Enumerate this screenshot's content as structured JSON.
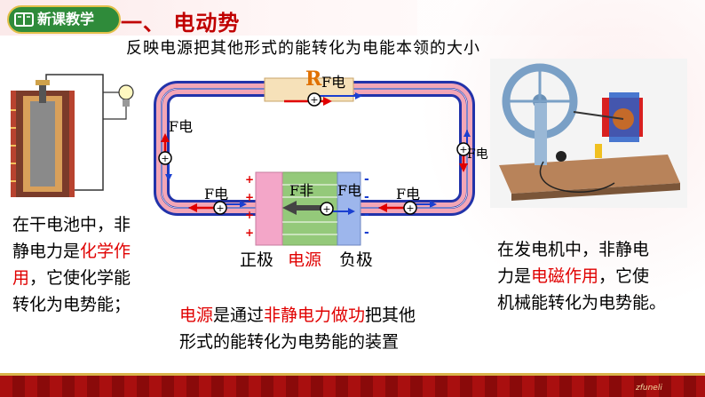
{
  "header": {
    "badge_label": "新课教学",
    "title": "一、 电动势",
    "subtitle": "反映电源把其他形式的能转化为电能本领的大小"
  },
  "diagram": {
    "resistor_label": "R",
    "force_top": "F电",
    "force_left": "F电",
    "force_right": "F电",
    "force_bottom_left": "F电",
    "force_bottom_right": "F电",
    "force_nonstatic": "F非",
    "force_inside_pos": "F电",
    "plus_sign": "+",
    "minus_sign": "-",
    "positive_pole": "正极",
    "power_source": "电源",
    "negative_pole": "负极"
  },
  "left_text": {
    "line1": "在干电池中，非",
    "line2_a": "静电力是",
    "line2_b": "化学作",
    "line3_a": "用",
    "line3_b": "，它使化学能",
    "line4": "转化为电势能；"
  },
  "right_text": {
    "line1": "在发电机中，非静电",
    "line2_a": "力是",
    "line2_b": "电磁作用",
    "line2_c": "，它使",
    "line3": "机械能转化为电势能。"
  },
  "bottom_text": {
    "part1": "电源",
    "part2": "是通过",
    "part3": "非静电力做功",
    "part4": "把其他",
    "line2": "形式的能转化为电势能的装置"
  },
  "footer": {
    "logo": "zfuneli"
  },
  "colors": {
    "accent_red": "#e00000",
    "title_red": "#c00000",
    "badge_green": "#2f8b3a",
    "wire_blue": "#2233aa"
  }
}
